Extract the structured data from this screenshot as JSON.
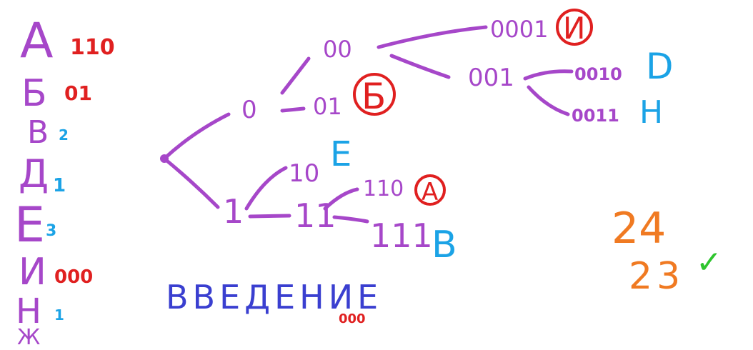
{
  "colors": {
    "tree": "#a647c9",
    "red": "#e02020",
    "blue": "#1ba3e6",
    "letters": "#a647c9",
    "word": "#3a3fd0",
    "orange": "#f07a22",
    "green": "#2ec52e",
    "background": "#ffffff"
  },
  "alphabet": [
    {
      "letter": "А",
      "code": "110",
      "code_color": "red"
    },
    {
      "letter": "Б",
      "code": "01",
      "code_color": "red"
    },
    {
      "letter": "В",
      "code": "2",
      "code_color": "blue"
    },
    {
      "letter": "Д",
      "code": "1",
      "code_color": "blue"
    },
    {
      "letter": "Е",
      "code": "3",
      "code_color": "blue"
    },
    {
      "letter": "И",
      "code": "000",
      "code_color": "red"
    },
    {
      "letter": "Н",
      "code": "1",
      "code_color": "blue"
    },
    {
      "letter": "Ж",
      "code": "",
      "code_color": "blue"
    }
  ],
  "tree": {
    "nodes": {
      "n0": "0",
      "n00": "00",
      "n01": "01",
      "n000": "0001",
      "n001": "001",
      "n0010": "0010",
      "n0011": "0011",
      "n1": "1",
      "n10": "10",
      "n11": "11",
      "n110": "110",
      "n111": "111"
    },
    "leaf_letters": {
      "b": "Б",
      "i": "И",
      "d": "D",
      "n": "Н",
      "e": "Е",
      "a": "А",
      "v": "В"
    }
  },
  "word": {
    "text": "ВВЕДЕНИЕ",
    "sub_code": "000"
  },
  "totals": {
    "first": "24",
    "second": "23",
    "check": "✓"
  }
}
